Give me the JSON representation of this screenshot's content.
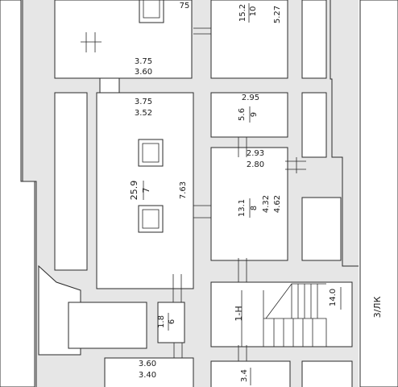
{
  "plan": {
    "rooms": [
      {
        "id": "room-top-left",
        "dim_top": "75"
      },
      {
        "id": "room-top-middle",
        "number": "10",
        "area": "15.2",
        "dim": "5.27"
      },
      {
        "id": "room-upper-left",
        "width": "3.75",
        "depth": "3.60"
      },
      {
        "id": "room-main-left",
        "width": "3.75",
        "depth": "3.52",
        "number": "7",
        "area": "25.9",
        "length": "7.63"
      },
      {
        "id": "room-small-right",
        "width": "2.95",
        "number": "9",
        "area": "5.6"
      },
      {
        "id": "room-center-right",
        "width": "2.93",
        "depth": "2.80",
        "number": "8",
        "area": "13.1",
        "dim_a": "4.62",
        "dim_b": "4.32"
      },
      {
        "id": "room-corridor",
        "number": "6",
        "area": "1.8"
      },
      {
        "id": "room-bottom-left",
        "width": "3.60",
        "depth": "3.40"
      },
      {
        "id": "room-bottom-right",
        "dim": "3.4"
      },
      {
        "id": "stairwell",
        "label": "1-Н",
        "area": "14.0"
      }
    ],
    "side_label": "3/ЛК",
    "colors": {
      "wall_fill": "#e6e6e6",
      "line": "#2a2a2a",
      "room_fill": "#ffffff"
    }
  }
}
